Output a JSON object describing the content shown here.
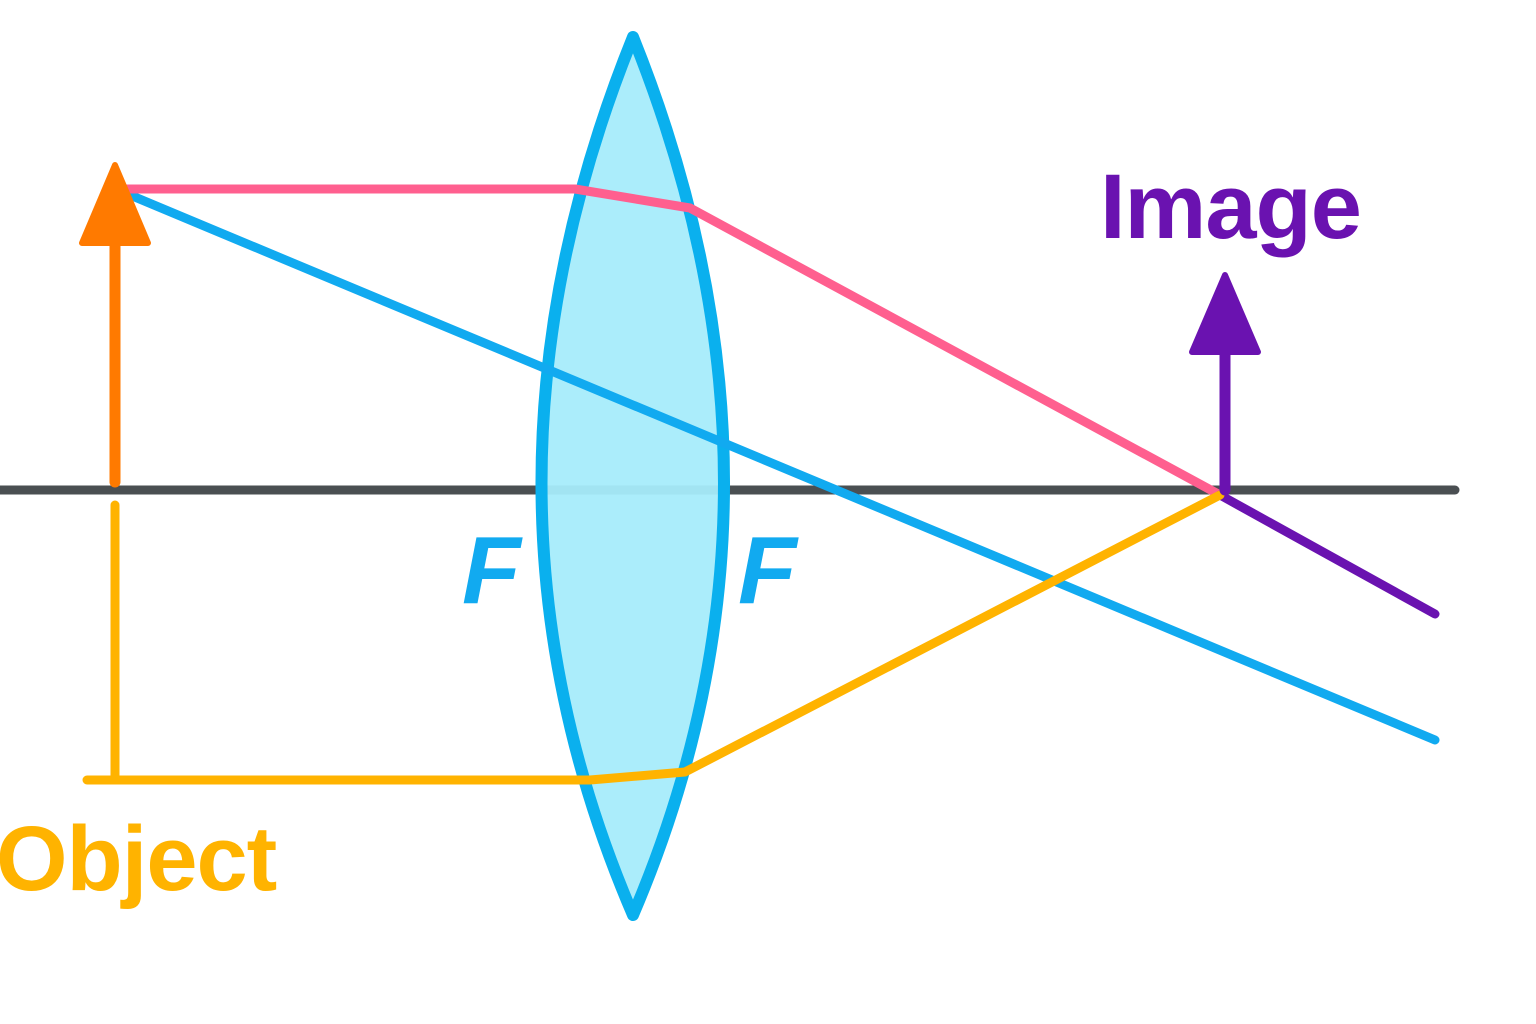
{
  "labels": {
    "object": "Object",
    "image": "Image",
    "focal_left": "F",
    "focal_right": "F"
  },
  "colors": {
    "background": "#ffffff",
    "optical_axis": "#4a4f52",
    "lens_fill": "#a6ecfb",
    "lens_stroke": "#0ab0ee",
    "object_arrow": "#ff7a00",
    "image_arrow": "#6a12b0",
    "ray_parallel_top": "#ff5f8f",
    "ray_center": "#11aaf0",
    "ray_bottom": "#ffb300",
    "focal_label": "#11aaf0",
    "object_label": "#ffb300",
    "image_label": "#6a12b0"
  }
}
